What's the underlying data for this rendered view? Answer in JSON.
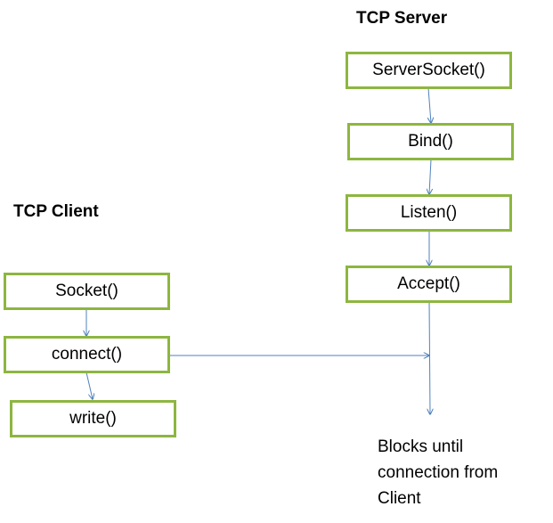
{
  "server": {
    "title": "TCP Server",
    "steps": [
      "ServerSocket()",
      "Bind()",
      "Listen()",
      "Accept()"
    ]
  },
  "client": {
    "title": "TCP Client",
    "steps": [
      "Socket()",
      "connect()",
      "write()"
    ]
  },
  "note": {
    "lines": [
      "Blocks until",
      "connection from",
      "Client"
    ]
  },
  "colors": {
    "box_border": "#8db640",
    "arrow": "#4f81bd"
  }
}
